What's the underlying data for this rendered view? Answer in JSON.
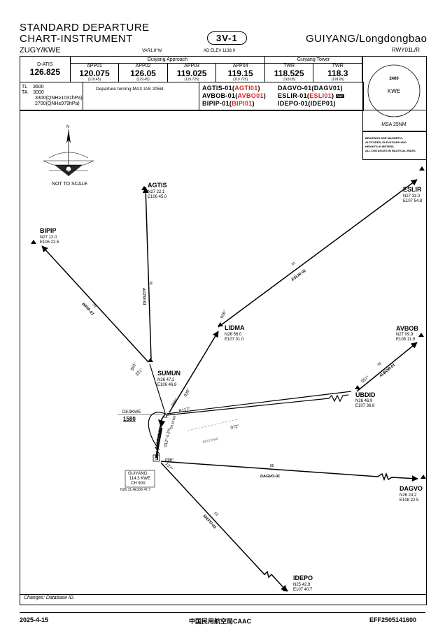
{
  "header": {
    "title_line1": "STANDARD DEPARTURE",
    "title_line2": "CHART-INSTRUMENT",
    "chart_id": "3V-1",
    "airport": "GUIYANG/Longdongbao",
    "icao_ident": "ZUGY/KWE",
    "variation": "VAR1.8°W",
    "elevation": "AD ELEV 1138.9",
    "runway": "RWY01L/R"
  },
  "frequencies": {
    "atis_label": "D-ATIS",
    "atis_freq": "126.825",
    "approach_service": "Guiyang Approach",
    "tower_service": "Guiyang Tower",
    "approach": [
      {
        "name": "APP01",
        "freq": "120.075",
        "backup": "(119.45)"
      },
      {
        "name": "APP02",
        "freq": "126.05",
        "backup": "(119.45)"
      },
      {
        "name": "APP03",
        "freq": "119.025",
        "backup": "(119.725)"
      },
      {
        "name": "APP04",
        "freq": "119.15",
        "backup": "(119.725)"
      }
    ],
    "tower": [
      {
        "name": "TWR",
        "freq": "118.525",
        "backup": "(118.05)"
      },
      {
        "name": "TWR",
        "freq": "118.3",
        "backup": "(118.05)"
      }
    ]
  },
  "msa": {
    "altitude": "2400",
    "center": "KWE",
    "label": "MSA 25NM"
  },
  "transition": {
    "tl_label": "TL",
    "tl_value": "3600",
    "ta_label": "TA",
    "ta_value": "3000",
    "qnh1": "3300(QNH≥1031hPa)",
    "qnh2": "2700(QNH≤979hPa)"
  },
  "speed_note": "Departure turning MAX IAS 205kt.",
  "procedures": {
    "col1": [
      {
        "prefix": "AGTIS-01(",
        "code": "AGTI01",
        "suffix": ")"
      },
      {
        "prefix": "AVBOB-01(",
        "code": "AVBO01",
        "suffix": ")"
      },
      {
        "prefix": "BIPIP-01(",
        "code": "BIPI01",
        "suffix": ")"
      }
    ],
    "col2": [
      {
        "prefix": "DAGVO-01(",
        "code": "DAGV01",
        "suffix": ")"
      },
      {
        "prefix": "ESLIR-01(",
        "code": "ESLI01",
        "suffix": ")"
      },
      {
        "prefix": "IDEPO-01(",
        "code": "IDEP01",
        "suffix": ")"
      }
    ],
    "rnp_badge": "RNP"
  },
  "notes": [
    "BEARINGS ARE MAGNETIC,",
    "ALTITUDES, ELEVATIONS AND",
    "HEIGHTS IN METERS.",
    "ALL DISTANCES IN NAUTICAL MILES."
  ],
  "north_label": "N",
  "not_to_scale": "NOT TO SCALE",
  "waypoints": {
    "agtis": {
      "name": "AGTIS",
      "lat": "N27 22.1",
      "lon": "E106 45.0"
    },
    "bipip": {
      "name": "BIPIP",
      "lat": "N27 12.0",
      "lon": "E106 22.5"
    },
    "eslir": {
      "name": "ESLIR",
      "lat": "N27 33.0",
      "lon": "E107 54.8"
    },
    "lidma": {
      "name": "LIDMA",
      "lat": "N26 56.0",
      "lon": "E107 01.0"
    },
    "avbob": {
      "name": "AVBOB",
      "lat": "N27 09.9",
      "lon": "E108 11.9"
    },
    "sumun": {
      "name": "SUMUN",
      "lat": "N26 47.2",
      "lon": "E106 46.8"
    },
    "ubdid": {
      "name": "UBDID",
      "lat": "N26 46.9",
      "lon": "E107 36.8"
    },
    "dagvo": {
      "name": "DAGVO",
      "lat": "N26 24.2",
      "lon": "E108 22.5"
    },
    "idepo": {
      "name": "IDEPO",
      "lat": "N25 42.9",
      "lon": "E107 40.7"
    }
  },
  "navaid": {
    "line1": "GUIYANG",
    "line2": "114.3 KWE",
    "line3": "CH 90X",
    "coord": "N26 31.4E106 47.7"
  },
  "d8_label": "D8.9KWE",
  "d8_alt": "1580",
  "routes": {
    "agtis": {
      "label": "AGTIS-01",
      "dist": "36",
      "course": "360°"
    },
    "bipip": {
      "label": "BIPIP-01",
      "dist": "33",
      "course": "321°"
    },
    "eslir": {
      "label": "ESLIR-01",
      "dist": "61",
      "course": "056°"
    },
    "lidma_course": "028°",
    "sumun_course": "056°",
    "avbob": {
      "label": "AVBOB-01",
      "dist": "39",
      "course": "057°"
    },
    "ubdid_course": "072°",
    "dagvo": {
      "label": "DAGVO-01",
      "dist": "85",
      "course": "096°"
    },
    "idepo": {
      "label": "IDEPO-01",
      "dist": "68",
      "course": "137°"
    },
    "r117": "R117°",
    "r072": "R072°KWE",
    "d117": "D9.6KWE",
    "climb1": "012° 3.9%",
    "climb2": "012° 4.2%"
  },
  "changes": "Changes: Database ID.",
  "footer": {
    "date": "2025-4-15",
    "authority": "中国民用航空局CAAC",
    "code": "EFF2505141600"
  }
}
